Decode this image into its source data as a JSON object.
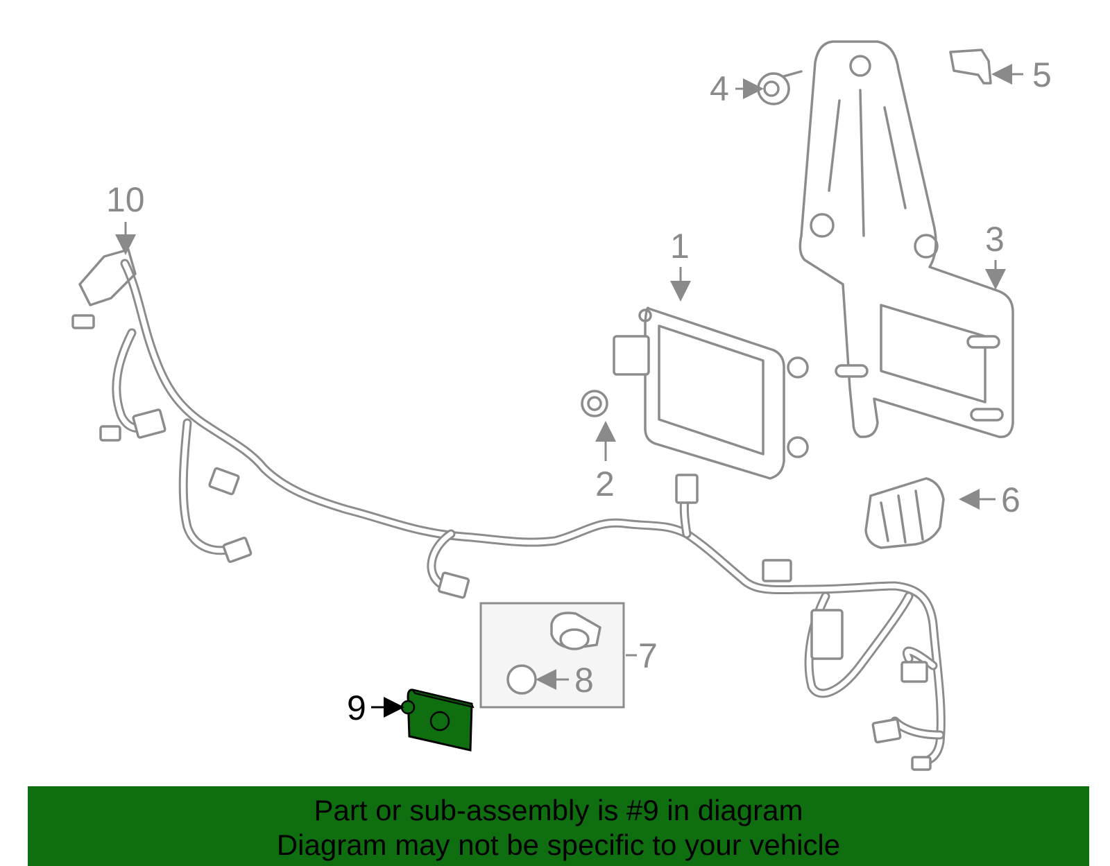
{
  "diagram": {
    "callouts": [
      "1",
      "2",
      "3",
      "4",
      "5",
      "6",
      "7",
      "8",
      "9",
      "10"
    ],
    "highlighted_callout": "9",
    "highlight_color": "#0f6e0f",
    "line_color": "#8c8c8c"
  },
  "banner": {
    "line1": "Part or sub-assembly is #9 in diagram",
    "line2": "Diagram may not be specific to your vehicle",
    "background_color": "#0f6e0f"
  }
}
